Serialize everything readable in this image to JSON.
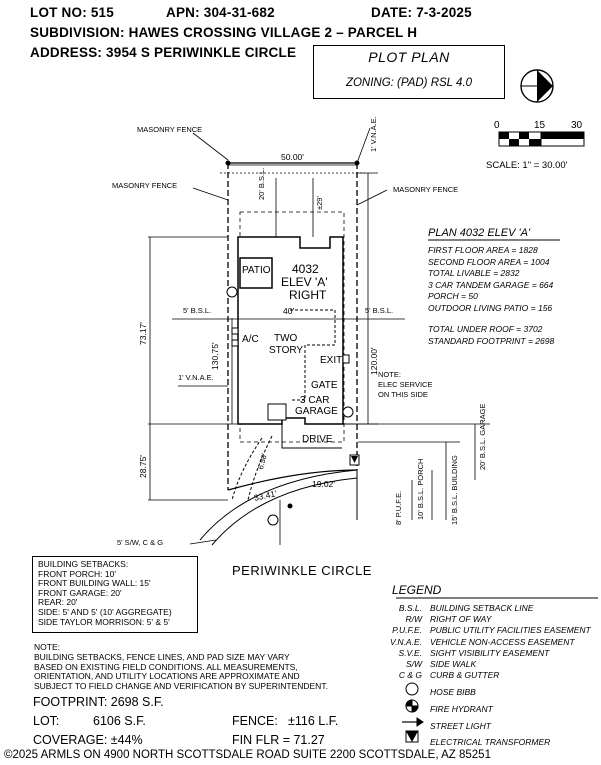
{
  "header": {
    "lot": "LOT NO: 515",
    "apn": "APN: 304-31-682",
    "date": "DATE: 7-3-2025",
    "subdivision": "SUBDIVISION: HAWES CROSSING VILLAGE 2 – PARCEL H",
    "address": "ADDRESS: 3954 S PERIWINKLE CIRCLE"
  },
  "title_block": {
    "title": "PLOT PLAN",
    "zoning": "ZONING: (PAD) RSL 4.0"
  },
  "scale": {
    "t0": "0",
    "t15": "15",
    "t30": "30",
    "text": "SCALE: 1\" = 30.00'"
  },
  "plan_info": {
    "title": "PLAN 4032 ELEV 'A'",
    "lines": [
      "FIRST FLOOR AREA = 1828",
      "SECOND FLOOR AREA = 1004",
      "TOTAL LIVABLE = 2832",
      "3 CAR TANDEM GARAGE = 664",
      "PORCH = 50",
      "OUTDOOR LIVING PATIO = 156"
    ],
    "lines2": [
      "TOTAL UNDER ROOF = 3702",
      "STANDARD FOOTPRINT = 2698"
    ]
  },
  "labels": {
    "masonry_fence_1": "MASONRY FENCE",
    "masonry_fence_2": "MASONRY FENCE",
    "masonry_fence_3": "MASONRY FENCE",
    "vnae_top": "1' V.N.A.E.",
    "width_top": "50.00'",
    "bsl20": "20' B.S.L.",
    "pm29": "±29'",
    "patio": "PATIO",
    "house_num": "4032",
    "house_elev": "ELEV 'A'",
    "house_right": "RIGHT",
    "bsl5_left": "5' B.S.L.",
    "bsl5_right": "5' B.S.L.",
    "width40": "40'",
    "d73": "73.17'",
    "d130": "130.75'",
    "ac": "A/C",
    "two_story_1": "TWO",
    "two_story_2": "STORY",
    "d120": "120.00'",
    "exit": "EXIT",
    "vnae_left": "1' V.N.A.E.",
    "note_elec_1": "NOTE:",
    "note_elec_2": "ELEC SERVICE",
    "note_elec_3": "ON THIS SIDE",
    "gate": "GATE",
    "garage_1": "3 CAR",
    "garage_2": "GARAGE",
    "drive": "DRIVE",
    "d28": "28.75'",
    "d658": "6.58'",
    "d1902": "19.02'",
    "d3341": "33.41'",
    "bsl_garage": "20' B.S.L. GARAGE",
    "pufe": "8' P.U.F.E.",
    "bsl_porch": "10' B.S.L. PORCH",
    "bsl_bldg": "15' B.S.L. BUILDING",
    "sw": "5' S/W, C & G",
    "street": "PERIWINKLE   CIRCLE"
  },
  "setbacks": {
    "title": "BUILDING SETBACKS:",
    "lines": [
      "FRONT PORCH: 10'",
      "FRONT BUILDING WALL: 15'",
      "FRONT GARAGE: 20'",
      "REAR: 20'",
      "SIDE: 5' AND 5' (10' AGGREGATE)",
      "SIDE TAYLOR MORRISON: 5' & 5'"
    ]
  },
  "legend": {
    "title": "LEGEND",
    "items": [
      {
        "abbr": "B.S.L.",
        "desc": "BUILDING SETBACK LINE"
      },
      {
        "abbr": "R/W",
        "desc": "RIGHT OF WAY"
      },
      {
        "abbr": "P.U.F.E.",
        "desc": "PUBLIC UTILITY FACILITIES EASEMENT"
      },
      {
        "abbr": "V.N.A.E.",
        "desc": "VEHICLE NON-ACCESS EASEMENT"
      },
      {
        "abbr": "S.V.E.",
        "desc": "SIGHT VISIBILITY EASEMENT"
      },
      {
        "abbr": "S/W",
        "desc": "SIDE WALK"
      },
      {
        "abbr": "C & G",
        "desc": "CURB & GUTTER"
      }
    ],
    "symbols": [
      {
        "icon": "hose-bibb-icon",
        "desc": "HOSE BIBB"
      },
      {
        "icon": "fire-hydrant-icon",
        "desc": "FIRE HYDRANT"
      },
      {
        "icon": "street-light-icon",
        "desc": "STREET LIGHT"
      },
      {
        "icon": "electrical-transformer-icon",
        "desc": "ELECTRICAL TRANSFORMER"
      }
    ]
  },
  "note": {
    "title": "NOTE:",
    "lines": [
      "BUILDING SETBACKS, FENCE LINES, AND PAD SIZE MAY VARY",
      "BASED ON EXISTING FIELD CONDITIONS.  ALL MEASUREMENTS,",
      "ORIENTATION, AND UTILITY LOCATIONS ARE APPROXIMATE AND",
      "SUBJECT TO FIELD CHANGE AND VERIFICATION BY SUPERINTENDENT."
    ]
  },
  "summary": {
    "footprint": "FOOTPRINT: 2698 S.F.",
    "lot_label": "LOT:",
    "lot_value": "6106 S.F.",
    "fence_label": "FENCE:",
    "fence_value": "±116 L.F.",
    "coverage": "COVERAGE: ±44%",
    "fin_flr": "FIN FLR = 71.27",
    "footer": "©2025 ARMLS   ON 4900 NORTH SCOTTSDALE ROAD SUITE 2200 SCOTTSDALE, AZ  85251"
  }
}
